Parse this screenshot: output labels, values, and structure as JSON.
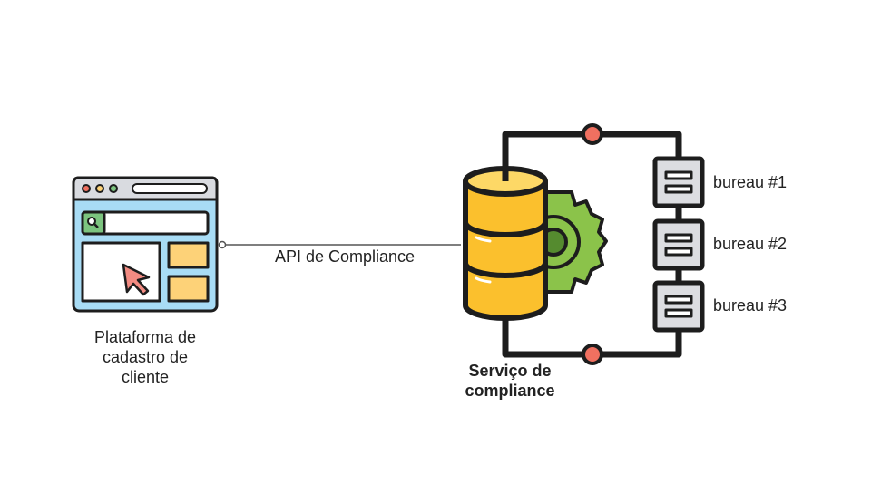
{
  "platform": {
    "label_lines": [
      "Plataforma de",
      "cadastro de",
      "cliente"
    ],
    "icon": "browser-window-cursor-icon"
  },
  "connection": {
    "label": "API de Compliance"
  },
  "service": {
    "label_lines": [
      "Serviço de",
      "compliance"
    ],
    "icon": "database-gear-icon"
  },
  "bureaus": [
    {
      "label": "bureau #1"
    },
    {
      "label": "bureau #2"
    },
    {
      "label": "bureau #3"
    }
  ],
  "colors": {
    "outline": "#1d1d1d",
    "window_blue": "#a8dcf5",
    "window_gray": "#d9dbe0",
    "db_yellow": "#fbc02d",
    "db_yellow_light": "#fdd866",
    "gear_green": "#8bc34a",
    "gear_dark": "#558b2f",
    "node_red": "#f07060",
    "cursor_pink": "#f28b82",
    "search_green": "#7cc47f",
    "panel_yellow": "#fdd278",
    "bureau_gray": "#dcdde1"
  }
}
